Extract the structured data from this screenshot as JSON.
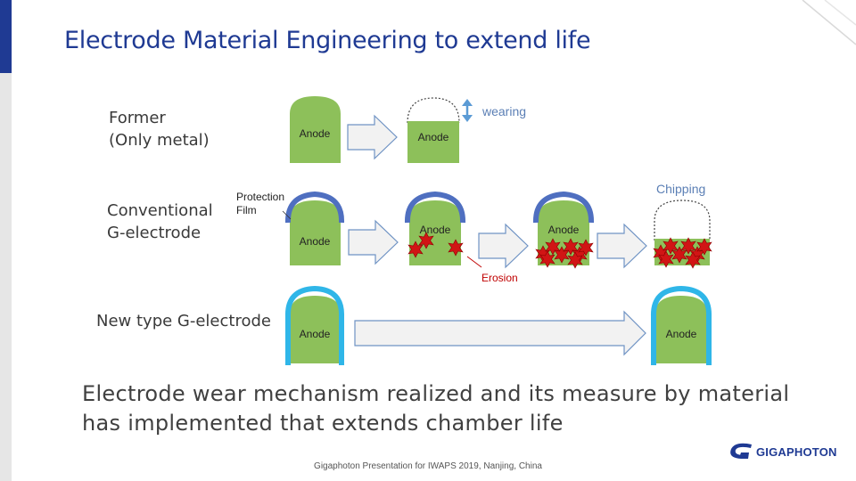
{
  "slide": {
    "title": "Electrode Material Engineering to extend life",
    "body_text_line1": "Electrode wear mechanism realized and its measure by material",
    "body_text_line2": "has implemented that extends chamber life",
    "footer": "Gigaphoton Presentation for IWAPS 2019, Nanjing, China",
    "logo_text": "GIGAPHOTON"
  },
  "rows": {
    "former": {
      "label_line1": "Former",
      "label_line2": "(Only metal)"
    },
    "conventional": {
      "label_line1": "Conventional",
      "label_line2": "G-electrode"
    },
    "new_type": {
      "label": "New type G-electrode"
    }
  },
  "annotations": {
    "wearing": "wearing",
    "protection_film_line1": "Protection",
    "protection_film_line2": "Film",
    "chipping": "Chipping",
    "erosion": "Erosion"
  },
  "anode_label": "Anode",
  "colors": {
    "anode_green": "#8dc05a",
    "title_blue": "#1f3a93",
    "protection_film": "#4f6fc0",
    "new_film": "#2fb6e8",
    "erosion_red": "#d11515",
    "arrow_fill": "#f2f2f2",
    "arrow_stroke": "#6f93c4"
  }
}
